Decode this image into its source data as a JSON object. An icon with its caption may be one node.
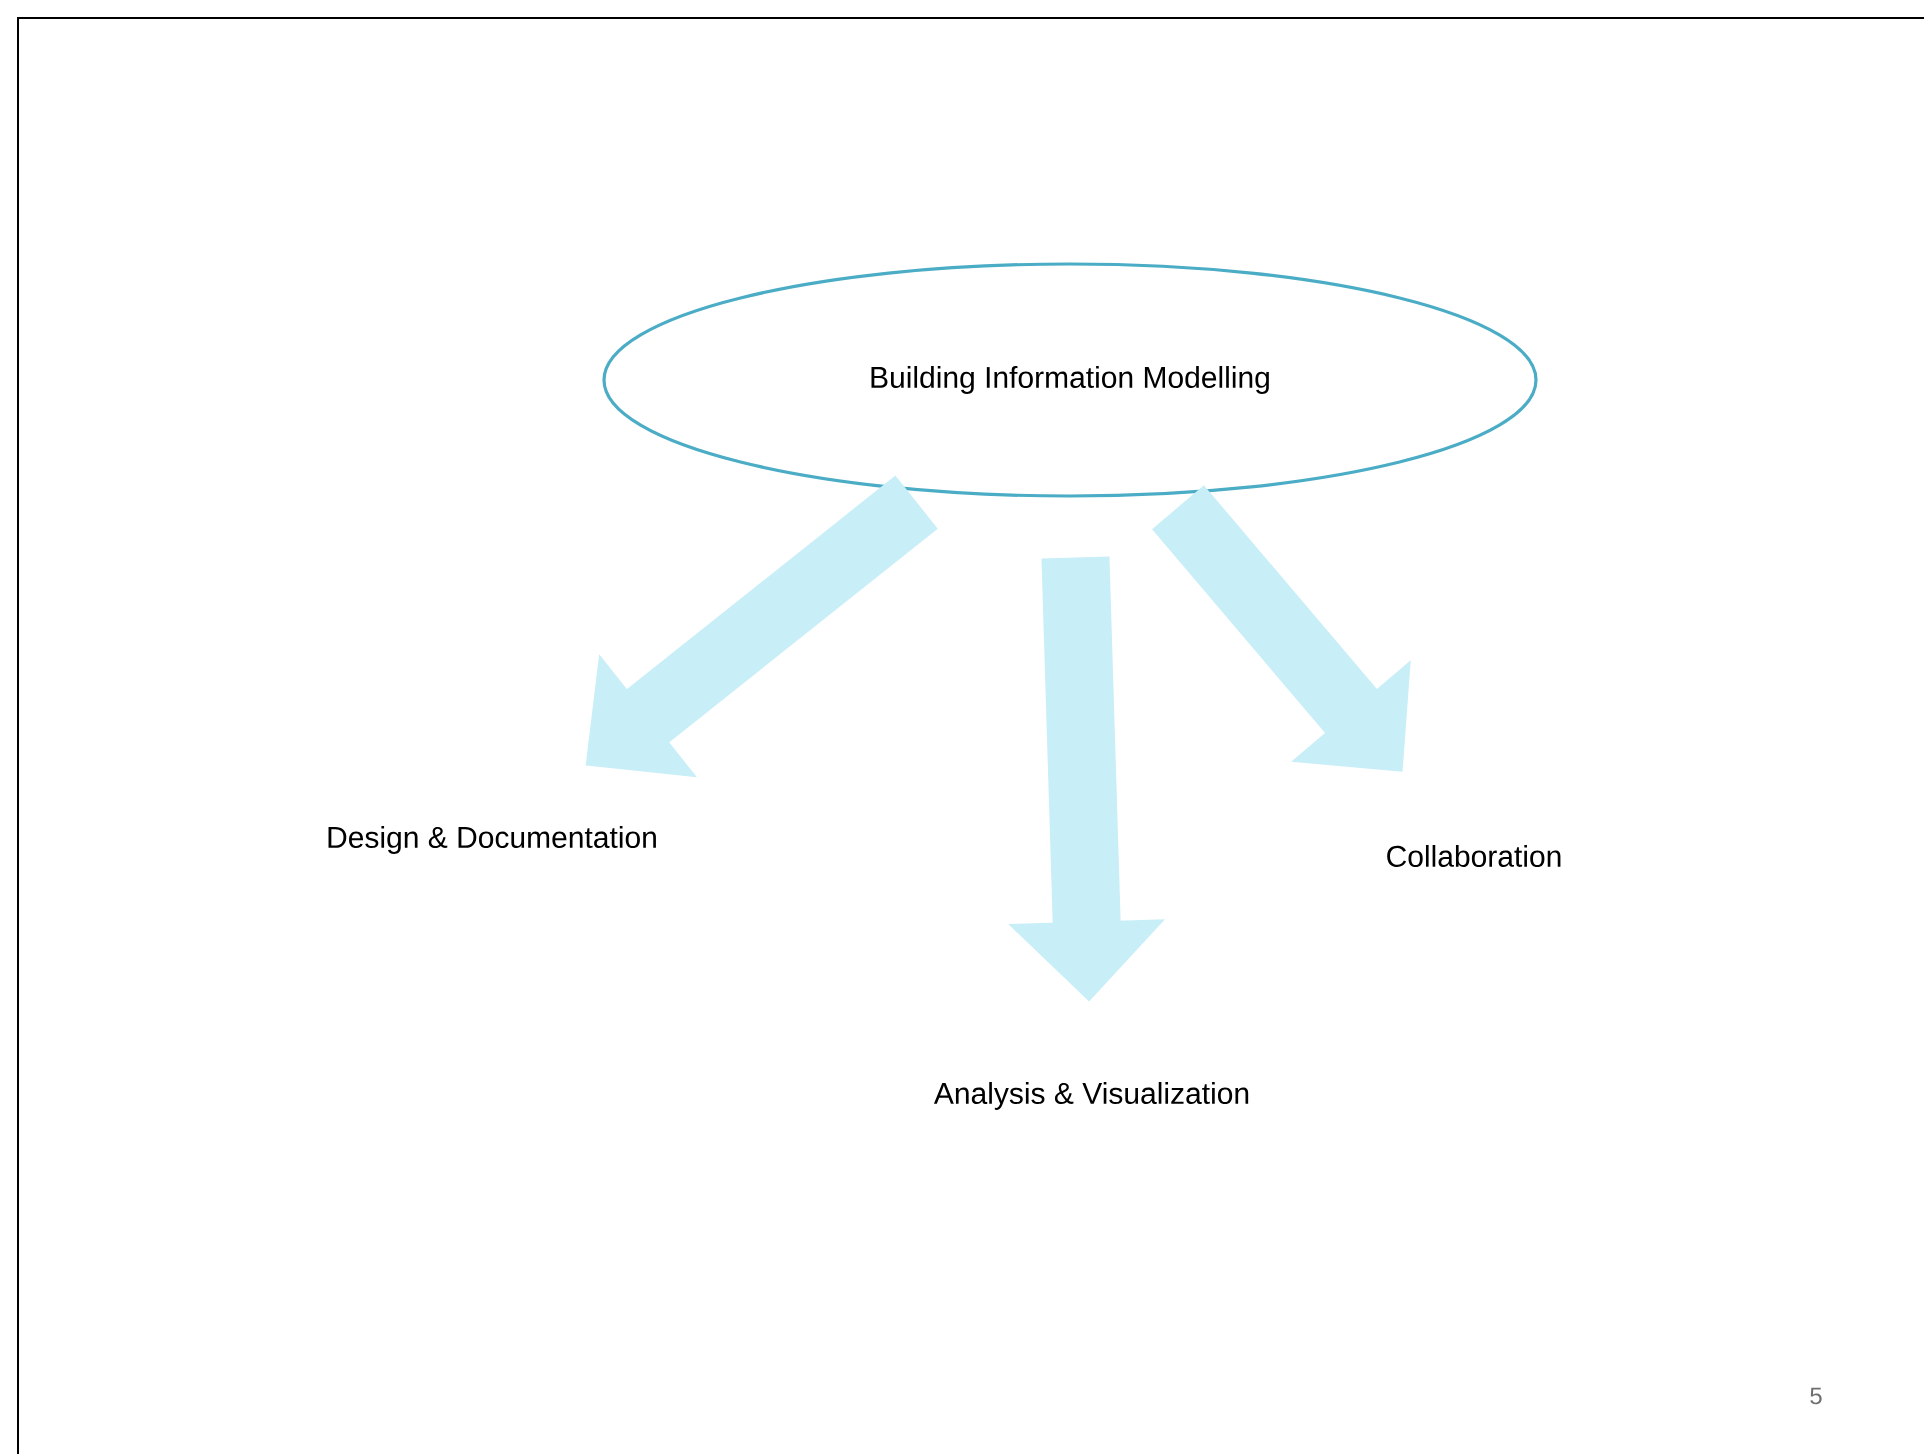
{
  "diagram": {
    "nodes": [
      {
        "text": [
          "Building Information Modelling"
        ]
      },
      {
        "text": [
          "Design & Documentation"
        ]
      },
      {
        "text": [
          "Analysis & Visualization"
        ]
      },
      {
        "text": [
          "Collaboration"
        ]
      }
    ],
    "edges": [
      {
        "from": 0,
        "to": 1,
        "arrow": "to"
      },
      {
        "from": 0,
        "to": 2,
        "arrow": "to"
      },
      {
        "from": 0,
        "to": 3,
        "arrow": "to"
      }
    ],
    "labels": [
      "5"
    ]
  }
}
